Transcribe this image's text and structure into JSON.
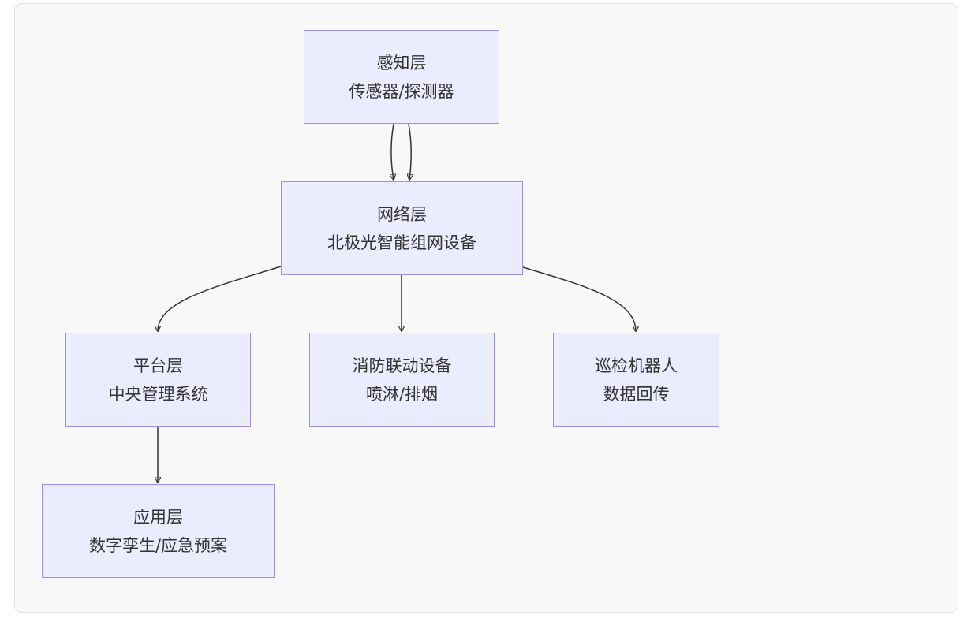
{
  "diagram": {
    "nodes": {
      "perception": {
        "line1": "感知层",
        "line2": "传感器/探测器"
      },
      "network": {
        "line1": "网络层",
        "line2": "北极光智能组网设备"
      },
      "platform": {
        "line1": "平台层",
        "line2": "中央管理系统"
      },
      "firefighting": {
        "line1": "消防联动设备",
        "line2": "喷淋/排烟"
      },
      "robot": {
        "line1": "巡检机器人",
        "line2": "数据回传"
      },
      "application": {
        "line1": "应用层",
        "line2": "数字孪生/应急预案"
      }
    },
    "edges": [
      {
        "from": "perception",
        "to": "network"
      },
      {
        "from": "perception",
        "to": "network"
      },
      {
        "from": "network",
        "to": "platform"
      },
      {
        "from": "network",
        "to": "firefighting"
      },
      {
        "from": "network",
        "to": "robot"
      },
      {
        "from": "platform",
        "to": "application"
      }
    ],
    "colors": {
      "node_fill": "#ececff",
      "node_border": "#9f8fdc",
      "edge": "#333333",
      "background": "#f8f8f8"
    }
  }
}
